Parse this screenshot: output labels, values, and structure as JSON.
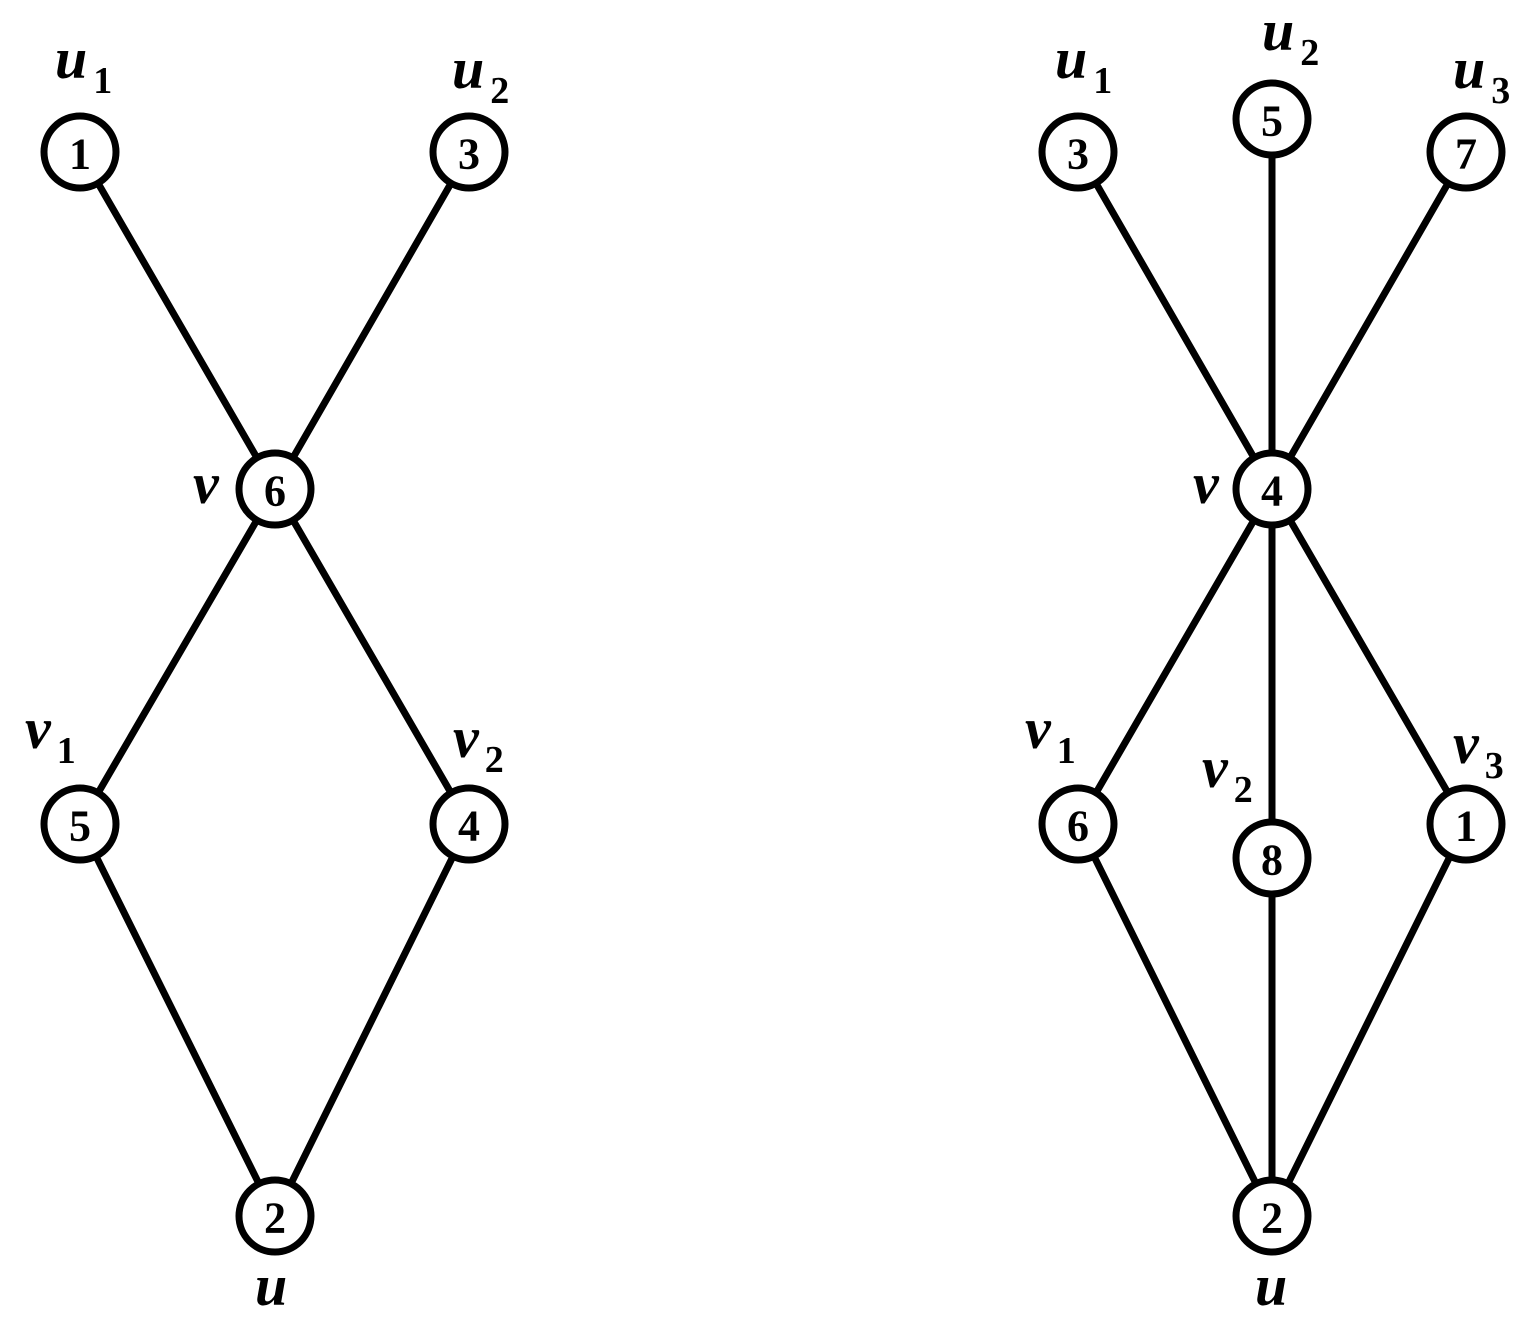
{
  "graphs": [
    {
      "name": "left-graph",
      "nodes": [
        {
          "id": "u1",
          "value": "1",
          "label": "u",
          "sub": "1"
        },
        {
          "id": "u2",
          "value": "3",
          "label": "u",
          "sub": "2"
        },
        {
          "id": "v",
          "value": "6",
          "label": "v",
          "sub": ""
        },
        {
          "id": "v1",
          "value": "5",
          "label": "v",
          "sub": "1"
        },
        {
          "id": "v2",
          "value": "4",
          "label": "v",
          "sub": "2"
        },
        {
          "id": "u",
          "value": "2",
          "label": "u",
          "sub": ""
        }
      ],
      "edges": [
        [
          "u1",
          "v"
        ],
        [
          "u2",
          "v"
        ],
        [
          "v",
          "v1"
        ],
        [
          "v",
          "v2"
        ],
        [
          "v1",
          "u"
        ],
        [
          "v2",
          "u"
        ]
      ]
    },
    {
      "name": "right-graph",
      "nodes": [
        {
          "id": "u1",
          "value": "3",
          "label": "u",
          "sub": "1"
        },
        {
          "id": "u2",
          "value": "5",
          "label": "u",
          "sub": "2"
        },
        {
          "id": "u3",
          "value": "7",
          "label": "u",
          "sub": "3"
        },
        {
          "id": "v",
          "value": "4",
          "label": "v",
          "sub": ""
        },
        {
          "id": "v1",
          "value": "6",
          "label": "v",
          "sub": "1"
        },
        {
          "id": "v2",
          "value": "8",
          "label": "v",
          "sub": "2"
        },
        {
          "id": "v3",
          "value": "1",
          "label": "v",
          "sub": "3"
        },
        {
          "id": "u",
          "value": "2",
          "label": "u",
          "sub": ""
        }
      ],
      "edges": [
        [
          "u1",
          "v"
        ],
        [
          "u2",
          "v"
        ],
        [
          "u3",
          "v"
        ],
        [
          "v",
          "v1"
        ],
        [
          "v",
          "v2"
        ],
        [
          "v",
          "v3"
        ],
        [
          "v1",
          "u"
        ],
        [
          "v2",
          "u"
        ],
        [
          "v3",
          "u"
        ]
      ]
    }
  ]
}
